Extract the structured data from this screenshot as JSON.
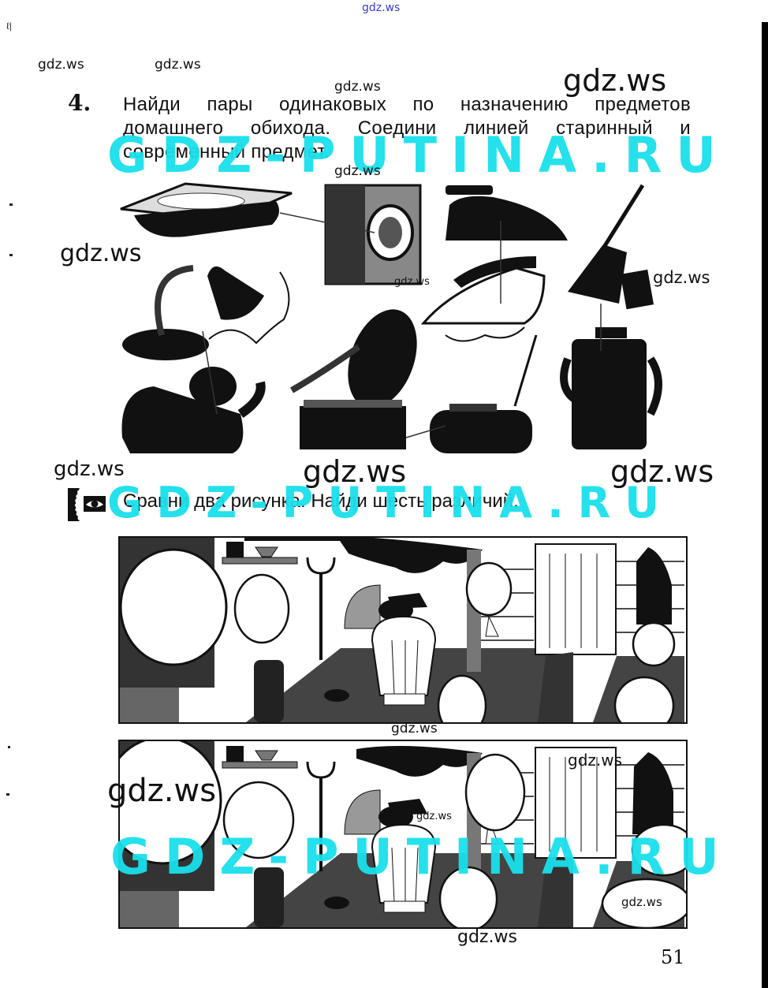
{
  "watermarks": {
    "top_link": "gdz.ws",
    "small": "gdz.ws",
    "cyan_brand": "GDZ-PUTINA.RU"
  },
  "task4": {
    "number": "4.",
    "text": "Найди пары одинаковых по назначению предметов домашнего обихода. Соедини линией старинный и современный предмет.",
    "items": [
      {
        "old": "old-bathtub",
        "new": "washing-machine"
      },
      {
        "old": "heavy-iron",
        "new": "electric-iron"
      },
      {
        "old": "broom-and-dustpan",
        "new": "vacuum-cleaner"
      },
      {
        "old": "oil-lamp",
        "new": "desk-lamp"
      },
      {
        "old": "gramophone",
        "new": "boombox-radio"
      }
    ]
  },
  "task5": {
    "icon": "eye-icon",
    "text": "Сравни два рисунка. Найди шесть различий."
  },
  "page_number": "51"
}
